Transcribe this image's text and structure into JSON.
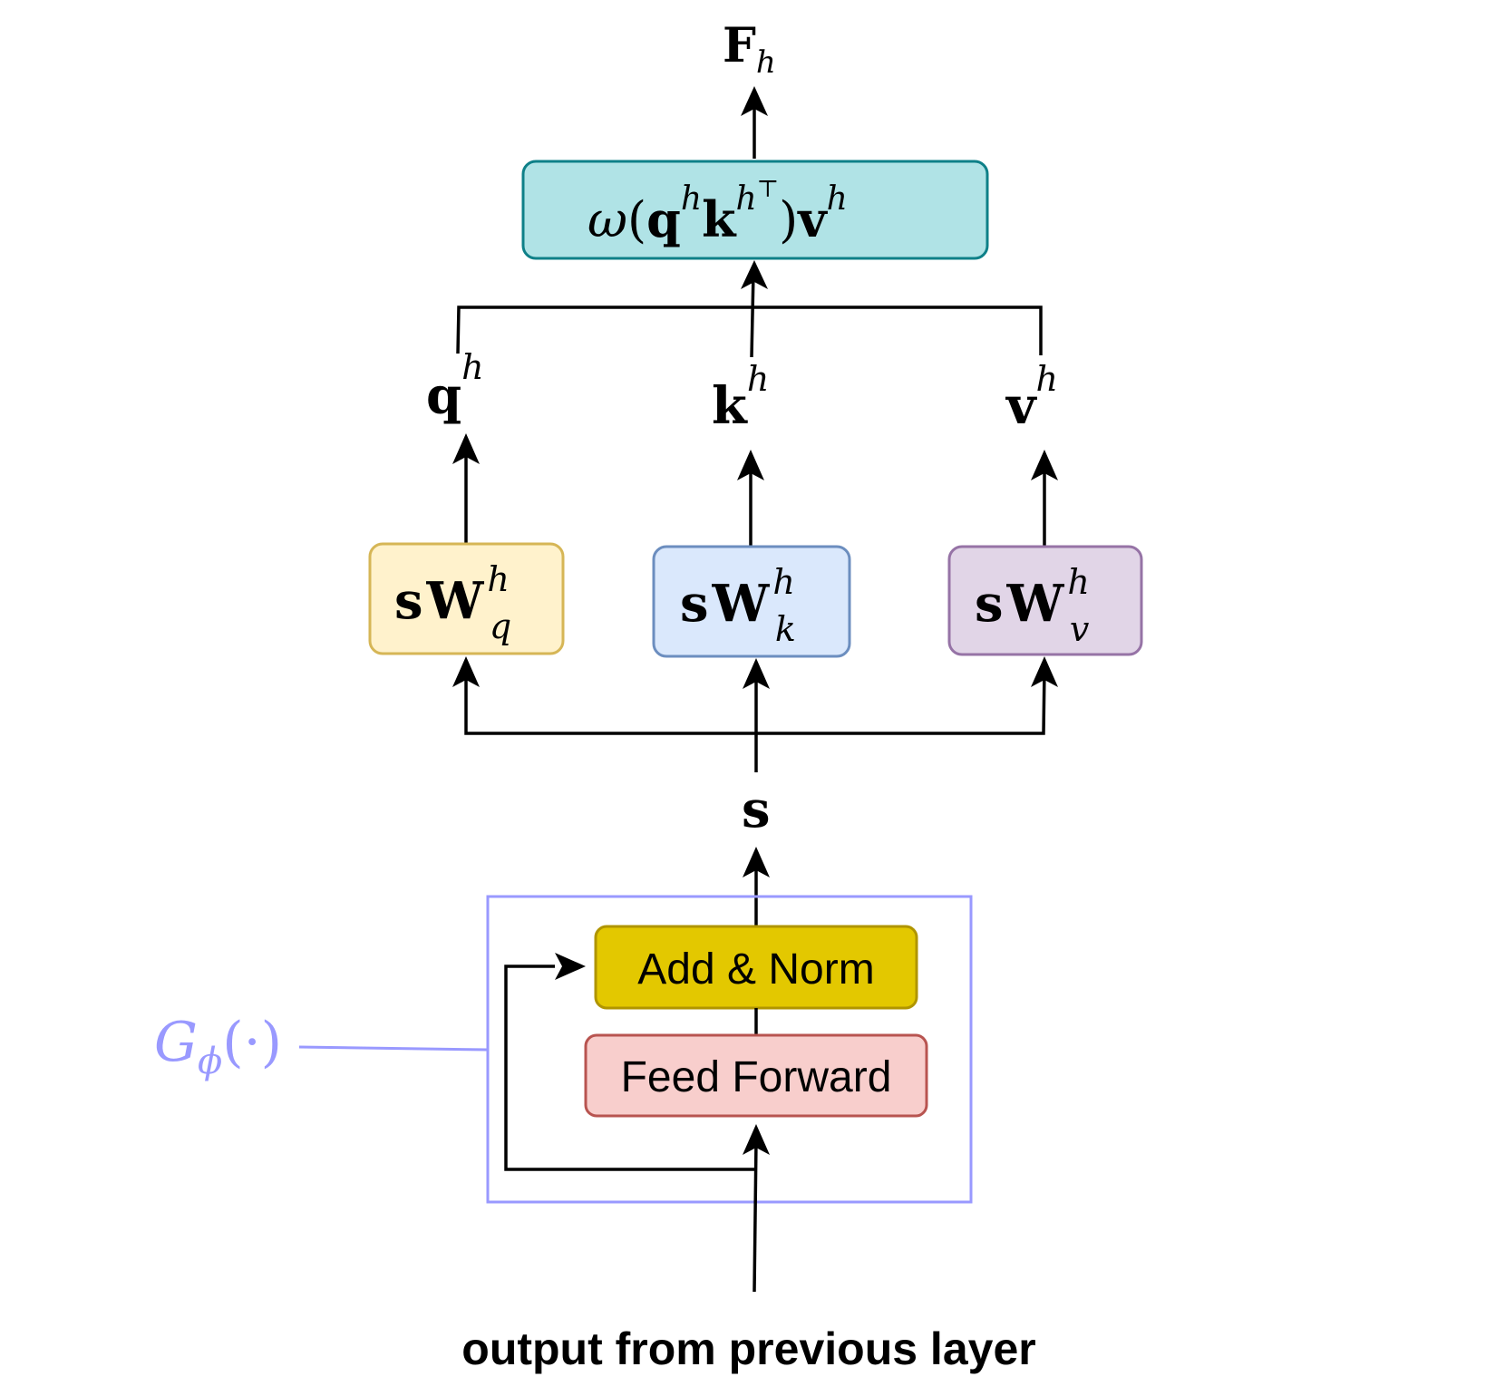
{
  "outputs": {
    "F": "F",
    "F_sub": "h"
  },
  "attention": {
    "omega": "ω",
    "paren_open": "(",
    "q": "q",
    "k": "k",
    "sup_h": "h",
    "transpose": "⊤",
    "paren_close": ")",
    "v": "v"
  },
  "head_vectors": {
    "q": "q",
    "k": "k",
    "v": "v",
    "sup": "h"
  },
  "projections": {
    "s": "s",
    "W": "W",
    "sup": "h",
    "q_sub": "q",
    "k_sub": "k",
    "v_sub": "v"
  },
  "state": {
    "s": "s"
  },
  "block": {
    "add_norm_label": "Add & Norm",
    "feed_forward_label": "Feed Forward"
  },
  "g_function": {
    "G": "G",
    "sub": "ϕ",
    "args": "(·)"
  },
  "input_label": "output from previous layer",
  "colors": {
    "attention_fill": "#b0e3e6",
    "attention_stroke": "#0e8088",
    "wq_fill": "#fff2cc",
    "wq_stroke": "#d6b656",
    "wk_fill": "#dae8fc",
    "wk_stroke": "#6c8ebf",
    "wv_fill": "#e1d5e7",
    "wv_stroke": "#9673a6",
    "addnorm_fill": "#e3c800",
    "addnorm_stroke": "#b09500",
    "ff_fill": "#f8cecc",
    "ff_stroke": "#b85450",
    "g_block_stroke": "#9999ff"
  }
}
